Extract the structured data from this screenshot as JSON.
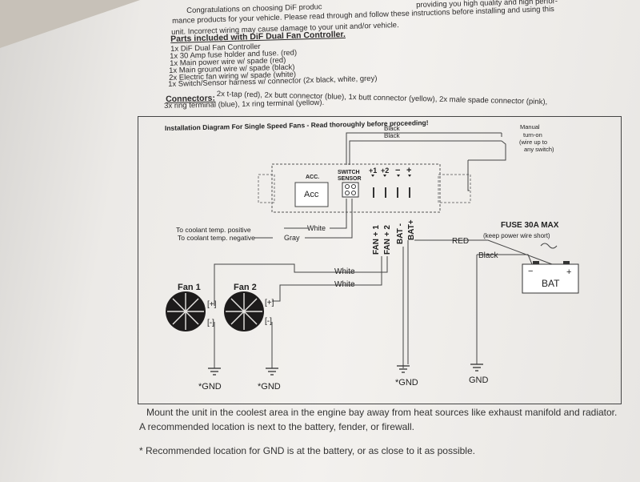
{
  "intro": {
    "line1": "Congratulations on choosing DiF produc",
    "line1b": "providing you high quality and high perfor-",
    "line2": "mance products for your vehicle.  Please read through and follow these instructions before installing and using this",
    "line3": "unit. Incorrect wiring may cause damage to your unit and/or vehicle."
  },
  "parts": {
    "heading": "Parts included with DiF Dual Fan Controller.",
    "items": [
      "1x DiF Dual Fan Controller",
      "1x 30 Amp fuse holder and fuse. (red)",
      "1x Main power wire w/ spade (red)",
      "1x Main ground wire w/ spade (black)",
      "2x Electric fan wiring w/ spade (white)",
      "1x Switch/Sensor harness w/ connector (2x black, white, grey)"
    ]
  },
  "connectors": {
    "heading": "Connectors:",
    "line1": "2x t-tap (red), 2x butt connector (blue), 1x butt connector (yellow), 2x male spade connector (pink),",
    "line2": "3x ring terminal (blue), 1x ring terminal (yellow)."
  },
  "diagram": {
    "title": "Installation Diagram For Single Speed Fans - Read thoroughly before proceeding!",
    "black1": "Black",
    "black2": "Black",
    "manual": [
      "Manual",
      "turn-on",
      "(wire up to",
      "any switch)"
    ],
    "acc_header": "ACC.",
    "acc_label": "Acc",
    "switch_header1": "SWITCH",
    "switch_header2": "SENSOR",
    "term_p1": "+1",
    "term_p2": "+2",
    "term_minus": "−",
    "term_plus": "+",
    "coolant_pos": "To coolant temp. positive",
    "coolant_neg": "To coolant temp. negative",
    "wire_white": "White",
    "wire_gray": "Gray",
    "fan1_out": "FAN + 1",
    "fan2_out": "FAN + 2",
    "bat_minus": "BAT -",
    "bat_plus": "BAT+",
    "fuse": "FUSE 30A MAX",
    "fuse_note": "(keep power wire short)",
    "red": "RED",
    "black": "Black",
    "white_a": "White",
    "white_b": "White",
    "fan1": "Fan 1",
    "fan2": "Fan 2",
    "plus_term": "[+]",
    "minus_term": "[-]",
    "bat_minus_sym": "−",
    "bat_plus_sym": "+",
    "bat": "BAT",
    "gnd_star": "*GND",
    "gnd": "GND"
  },
  "footer": {
    "line1": "Mount the unit in the coolest area in the engine bay away from heat sources like exhaust manifold and radiator.",
    "line2": "A recommended location is next to the battery, fender, or firewall.",
    "line3": "* Recommended location for GND is at the battery, or as close to it as possible."
  }
}
